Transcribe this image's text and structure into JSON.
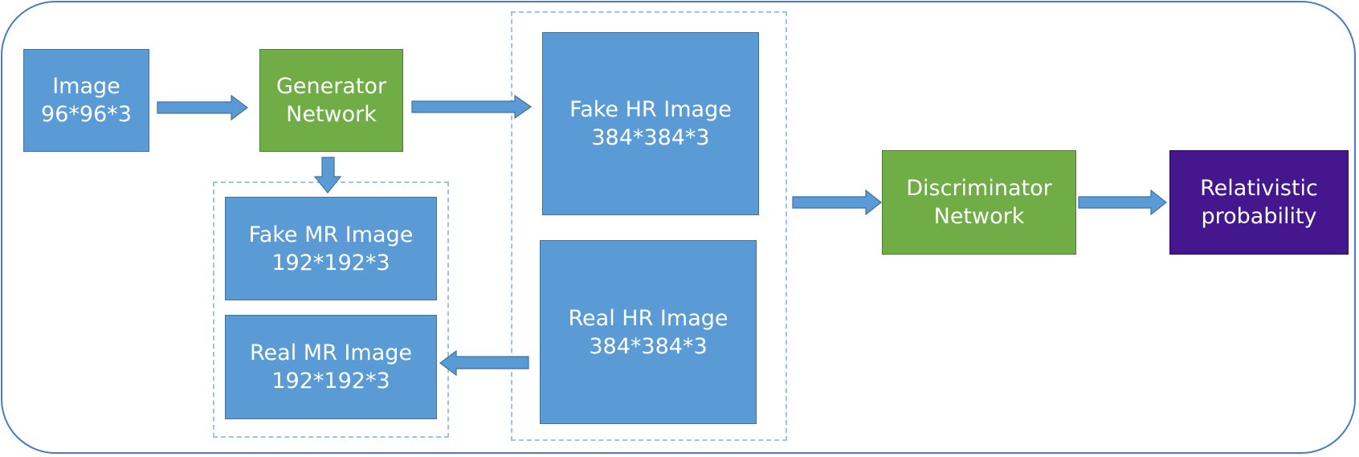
{
  "colors": {
    "frame": "#4a7bc8",
    "image_box": "#5b9bd5",
    "network_box": "#70ad47",
    "output_box": "#44178f",
    "arrow": "#5b9bd5",
    "group_border": "#9dc3e6"
  },
  "nodes": {
    "input_image": {
      "line1": "Image",
      "line2": "96*96*3"
    },
    "generator": {
      "line1": "Generator",
      "line2": "Network"
    },
    "fake_hr": {
      "line1": "Fake HR Image",
      "line2": "384*384*3"
    },
    "real_hr": {
      "line1": "Real HR Image",
      "line2": "384*384*3"
    },
    "fake_mr": {
      "line1": "Fake MR Image",
      "line2": "192*192*3"
    },
    "real_mr": {
      "line1": "Real MR Image",
      "line2": "192*192*3"
    },
    "discriminator": {
      "line1": "Discriminator",
      "line2": "Network"
    },
    "output": {
      "line1": "Relativistic",
      "line2": "probability"
    }
  }
}
